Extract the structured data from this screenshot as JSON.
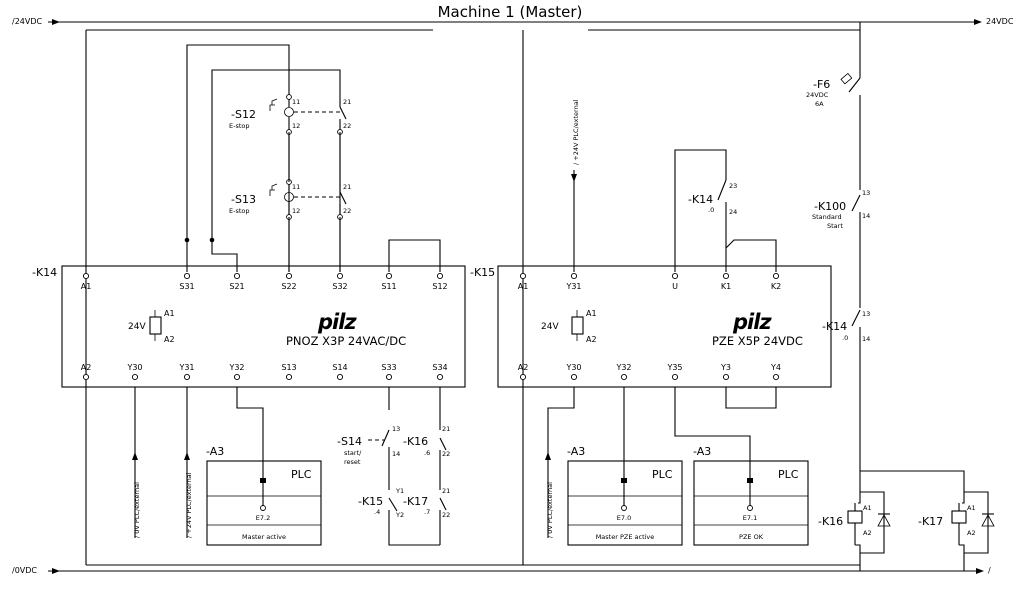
{
  "title": "Machine 1 (Master)",
  "rails": {
    "top_left": "/24VDC",
    "top_right": "24VDC",
    "bottom_left": "/0VDC",
    "bottom_right": "/"
  },
  "pnoz": {
    "tag": "-K14",
    "logo": "pilz",
    "model": "PNOZ X3P 24VAC/DC",
    "coil_voltage": "24V",
    "coil_a1": "A1",
    "coil_a2": "A2",
    "top_pins": [
      "A1",
      "S31",
      "S21",
      "S22",
      "S32",
      "S11",
      "S12"
    ],
    "bottom_pins": [
      "A2",
      "Y30",
      "Y31",
      "Y32",
      "S13",
      "S14",
      "S33",
      "S34"
    ]
  },
  "pze": {
    "tag": "-K15",
    "logo": "pilz",
    "model": "PZE X5P 24VDC",
    "coil_voltage": "24V",
    "coil_a1": "A1",
    "coil_a2": "A2",
    "top_pins": [
      "A1",
      "Y31",
      "U",
      "K1",
      "K2"
    ],
    "bottom_pins": [
      "A2",
      "Y30",
      "Y32",
      "Y35",
      "Y3",
      "Y4"
    ]
  },
  "estops": [
    {
      "tag": "-S12",
      "label": "E-stop",
      "c1": "11",
      "c2": "12",
      "c3": "21",
      "c4": "22"
    },
    {
      "tag": "-S13",
      "label": "E-stop",
      "c1": "11",
      "c2": "12",
      "c3": "21",
      "c4": "22"
    }
  ],
  "fuse": {
    "tag": "-F6",
    "line1": "24VDC",
    "line2": "6A"
  },
  "k100": {
    "tag": "-K100",
    "line1": "Standard",
    "line2": "Start",
    "t1": "13",
    "t2": "14"
  },
  "k14_contact_upper": {
    "tag": "-K14",
    "sub": ".0",
    "t1": "23",
    "t2": "24"
  },
  "k14_contact_lower": {
    "tag": "-K14",
    "sub": ".0",
    "t1": "13",
    "t2": "14"
  },
  "s14": {
    "tag": "-S14",
    "line1": "start/",
    "line2": "reset",
    "t1": "13",
    "t2": "14"
  },
  "k16_contact": {
    "tag": "-K16",
    "sub": ".6",
    "t1": "21",
    "t2": "22"
  },
  "k15_contact": {
    "tag": "-K15",
    "sub": ".4",
    "t1": "Y1",
    "t2": "Y2"
  },
  "k17_contact": {
    "tag": "-K17",
    "sub": ".7",
    "t1": "21",
    "t2": "22"
  },
  "plc_wires": {
    "w0v_left": "/ 0V PLC/external",
    "w24v_left": "/ +24V PLC/external",
    "w0v_right": "/ 0V PLC/external",
    "w24v_top": "/ +24V PLC/external"
  },
  "plc_modules": [
    {
      "tag": "-A3",
      "name": "PLC",
      "io": "E7.2",
      "caption": "Master active"
    },
    {
      "tag": "-A3",
      "name": "PLC",
      "io": "E7.0",
      "caption": "Master PZE active"
    },
    {
      "tag": "-A3",
      "name": "PLC",
      "io": "E7.1",
      "caption": "PZE OK"
    }
  ],
  "relays": [
    {
      "tag": "-K16",
      "a1": "A1",
      "a2": "A2"
    },
    {
      "tag": "-K17",
      "a1": "A1",
      "a2": "A2"
    }
  ]
}
